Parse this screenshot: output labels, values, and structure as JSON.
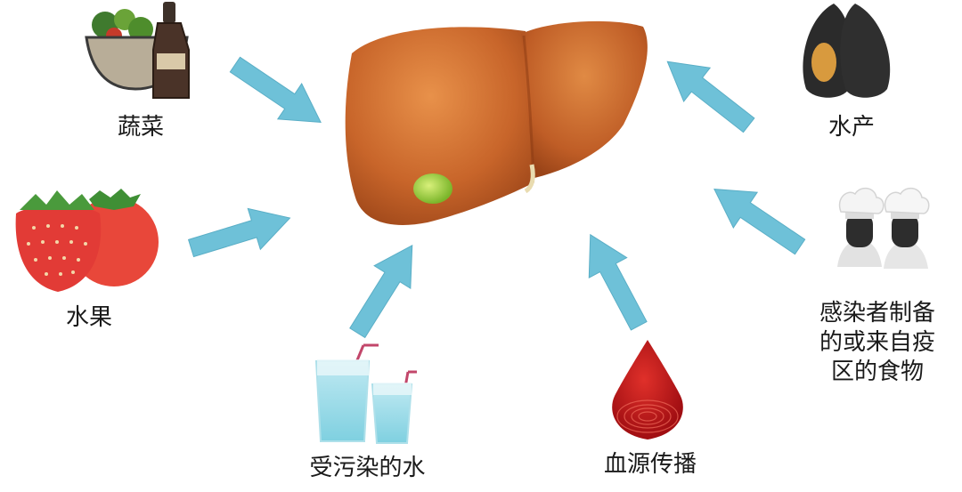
{
  "diagram": {
    "center_icon": "liver-icon",
    "arrow_color": "#6ec1d8",
    "sources": [
      {
        "id": "vegetables",
        "label": "蔬菜",
        "icon": "salad-bowl-icon"
      },
      {
        "id": "seafood",
        "label": "水产",
        "icon": "mussel-icon"
      },
      {
        "id": "fruit",
        "label": "水果",
        "icon": "strawberry-tomato-icon"
      },
      {
        "id": "infected_food",
        "lines": [
          "感染者制备",
          "的或来自疫",
          "区的食物"
        ],
        "icon": "chefs-icon"
      },
      {
        "id": "water",
        "label": "受污染的水",
        "icon": "water-glasses-icon"
      },
      {
        "id": "blood",
        "label": "血源传播",
        "icon": "blood-drop-icon"
      }
    ]
  }
}
